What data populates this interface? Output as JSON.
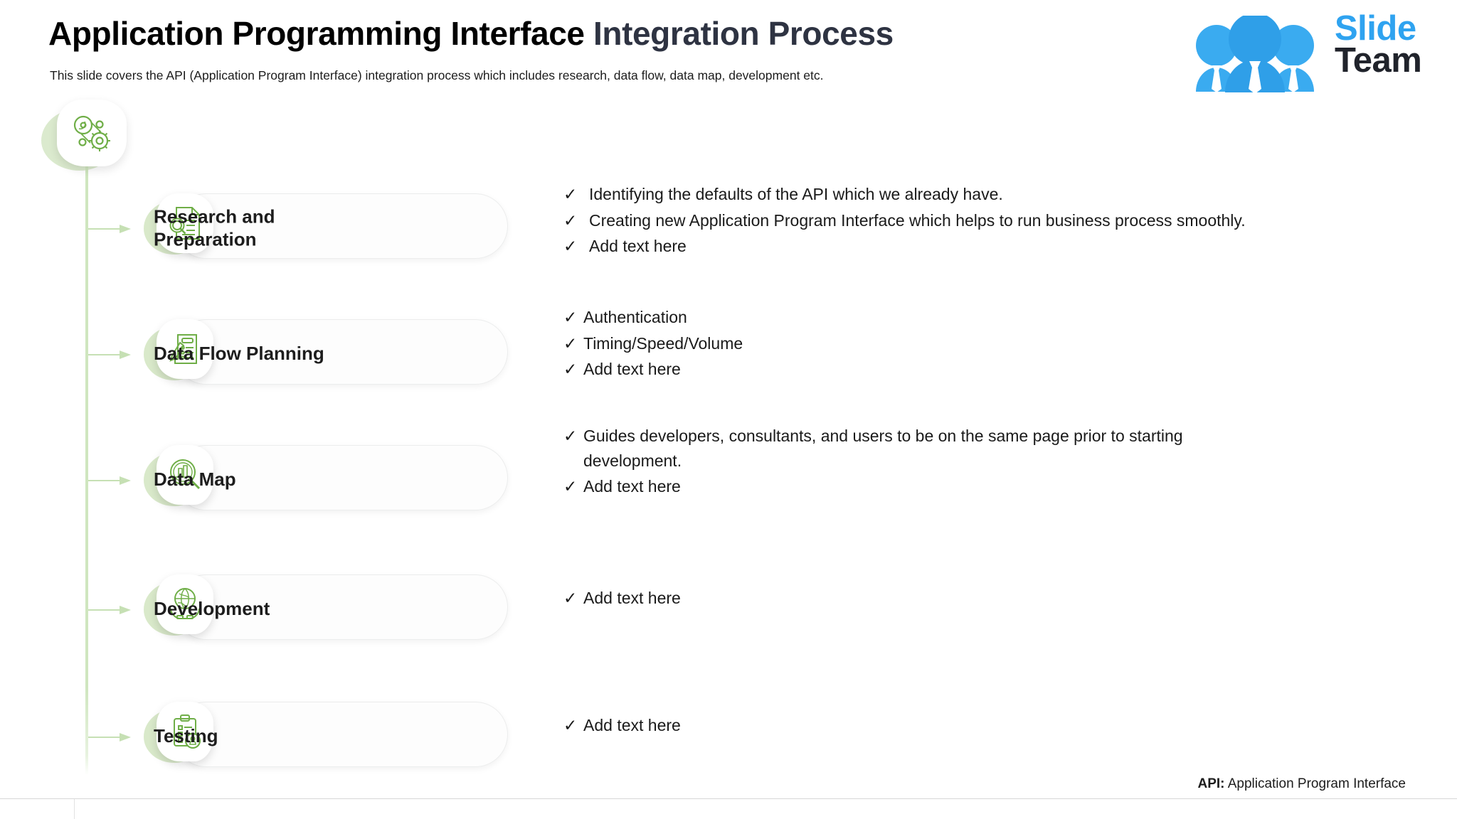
{
  "header": {
    "title_primary": "Application Programming Interface",
    "title_secondary": "Integration Process",
    "subtitle": "This slide covers the API (Application Program Interface) integration process which includes research, data flow, data map, development etc."
  },
  "logo": {
    "word_top": "Slide",
    "word_bottom": "Team",
    "blue": "#2fa3f0",
    "dark": "#20232b",
    "icon": "three-people-icon"
  },
  "theme": {
    "green_accent": "#c6e0b4",
    "green_leaf": "#cfe3bd",
    "icon_green": "#6fae47",
    "title_navy": "#2e3342",
    "text_dark": "#1a1a1a"
  },
  "timeline": {
    "top_icon": "gears-belt-icon"
  },
  "steps": [
    {
      "label": "Research and\nPreparation",
      "icon": "document-magnifier-icon",
      "bullets": [
        "Identifying the defaults of the API which we already have.",
        "Creating new Application Program Interface which helps to run business process smoothly.",
        "Add text here"
      ]
    },
    {
      "label": "Data  Flow Planning",
      "icon": "checklist-pencil-icon",
      "bullets": [
        "Authentication",
        "Timing/Speed/Volume",
        "Add text here"
      ]
    },
    {
      "label": "Data Map",
      "icon": "data-magnifier-icon",
      "bullets": [
        "Guides developers, consultants, and users to be on the same page prior to starting development.",
        "Add text here"
      ]
    },
    {
      "label": "Development",
      "icon": "globe-hands-icon",
      "bullets": [
        "Add text here"
      ]
    },
    {
      "label": "Testing",
      "icon": "clipboard-check-icon",
      "bullets": [
        "Add text here"
      ]
    }
  ],
  "bullet_marker": "✓",
  "footer": {
    "abbrev": "API:",
    "expansion": "Application Program Interface"
  }
}
